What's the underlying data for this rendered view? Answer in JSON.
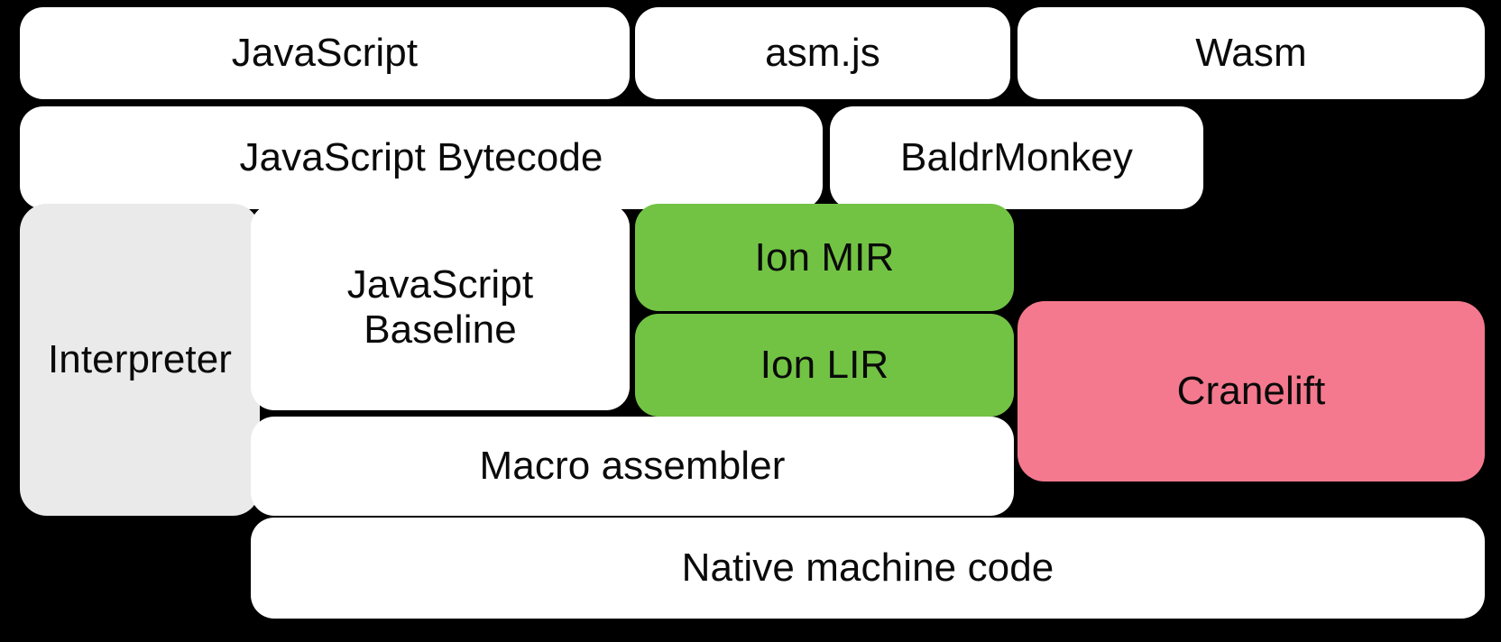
{
  "diagram": {
    "title": "SpiderMonkey JavaScript and WebAssembly compilation pipeline",
    "background_color": "#000000",
    "colors": {
      "white": "#ffffff",
      "gray": "#eaeaea",
      "green": "#72c344",
      "pink": "#f4798e",
      "text": "#0a0a0a"
    },
    "rows": [
      {
        "name": "source-languages",
        "nodes": [
          {
            "id": "javascript",
            "label": "JavaScript",
            "fill": "white"
          },
          {
            "id": "asmjs",
            "label": "asm.js",
            "fill": "white"
          },
          {
            "id": "wasm",
            "label": "Wasm",
            "fill": "white"
          }
        ]
      },
      {
        "name": "front-ends",
        "nodes": [
          {
            "id": "js-bytecode",
            "label": "JavaScript Bytecode",
            "fill": "white"
          },
          {
            "id": "baldrmonkey",
            "label": "BaldrMonkey",
            "fill": "white"
          }
        ]
      },
      {
        "name": "execution-tiers",
        "nodes": [
          {
            "id": "interpreter",
            "label": "Interpreter",
            "fill": "gray"
          },
          {
            "id": "js-baseline",
            "label": "JavaScript\nBaseline",
            "fill": "white"
          },
          {
            "id": "ion-mir",
            "label": "Ion MIR",
            "fill": "green"
          },
          {
            "id": "ion-lir",
            "label": "Ion LIR",
            "fill": "green"
          },
          {
            "id": "cranelift",
            "label": "Cranelift",
            "fill": "pink"
          }
        ]
      },
      {
        "name": "backend",
        "nodes": [
          {
            "id": "macro-assembler",
            "label": "Macro assembler",
            "fill": "white"
          }
        ]
      },
      {
        "name": "output",
        "nodes": [
          {
            "id": "native-code",
            "label": "Native machine code",
            "fill": "white"
          }
        ]
      }
    ],
    "labels": {
      "javascript": "JavaScript",
      "asmjs": "asm.js",
      "wasm": "Wasm",
      "js_bytecode": "JavaScript Bytecode",
      "baldrmonkey": "BaldrMonkey",
      "interpreter": "Interpreter",
      "js_baseline": "JavaScript\nBaseline",
      "ion_mir": "Ion MIR",
      "ion_lir": "Ion LIR",
      "cranelift": "Cranelift",
      "macro_assembler": "Macro assembler",
      "native_code": "Native machine code"
    }
  }
}
